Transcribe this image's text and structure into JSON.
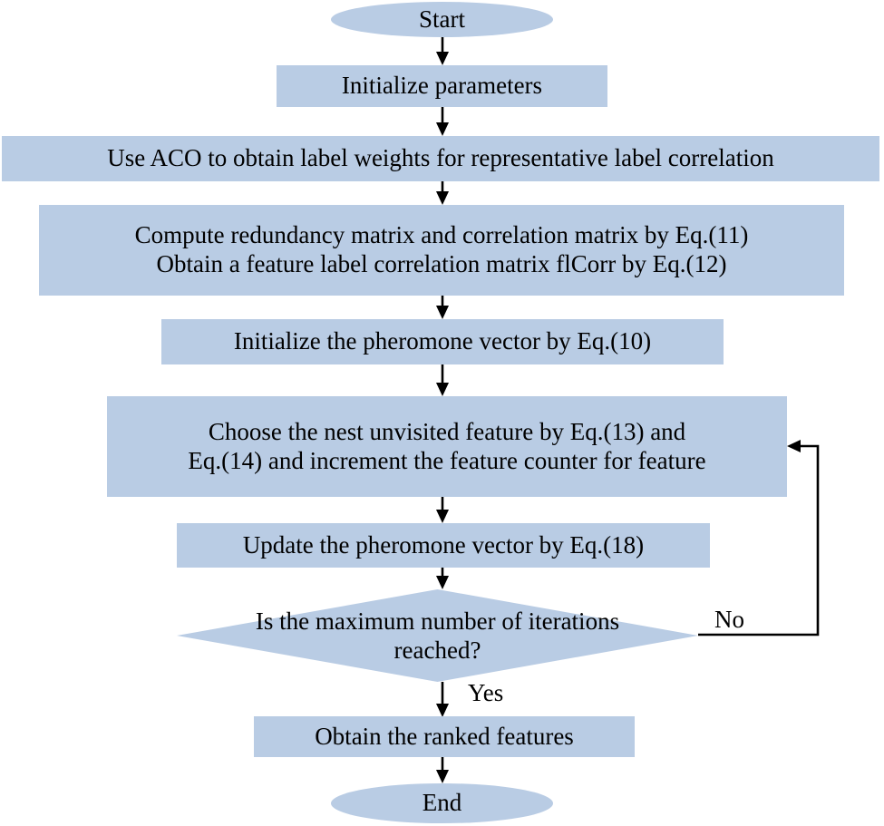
{
  "diagram": {
    "title": "ACO-based multi-label feature selection flowchart",
    "fill_color": "#b9cce4",
    "line_color": "#000000",
    "text_color": "#000000",
    "background": "#ffffff"
  },
  "nodes": {
    "start": {
      "label": "Start",
      "shape": "terminator"
    },
    "init_params": {
      "label": "Initialize parameters",
      "shape": "process"
    },
    "aco_weights": {
      "label": "Use ACO to obtain label weights for representative label correlation",
      "shape": "process"
    },
    "compute_matrix_line1": {
      "label": "Compute redundancy matrix and correlation matrix by Eq.(11)"
    },
    "compute_matrix_line2": {
      "label": "Obtain a feature label correlation matrix flCorr by Eq.(12)"
    },
    "init_pheromone": {
      "label": "Initialize the pheromone vector by Eq.(10)",
      "shape": "process"
    },
    "choose_feature_line1": {
      "label": "Choose the nest unvisited feature by Eq.(13) and"
    },
    "choose_feature_line2": {
      "label": "Eq.(14) and increment the feature counter for feature"
    },
    "update_pheromone": {
      "label": "Update the pheromone vector by Eq.(18)",
      "shape": "process"
    },
    "decision_line1": {
      "label": "Is the maximum number of iterations"
    },
    "decision_line2": {
      "label": "reached?"
    },
    "obtain_ranked": {
      "label": "Obtain the ranked features",
      "shape": "process"
    },
    "end": {
      "label": "End",
      "shape": "terminator"
    }
  },
  "edge_labels": {
    "no": "No",
    "yes": "Yes"
  }
}
